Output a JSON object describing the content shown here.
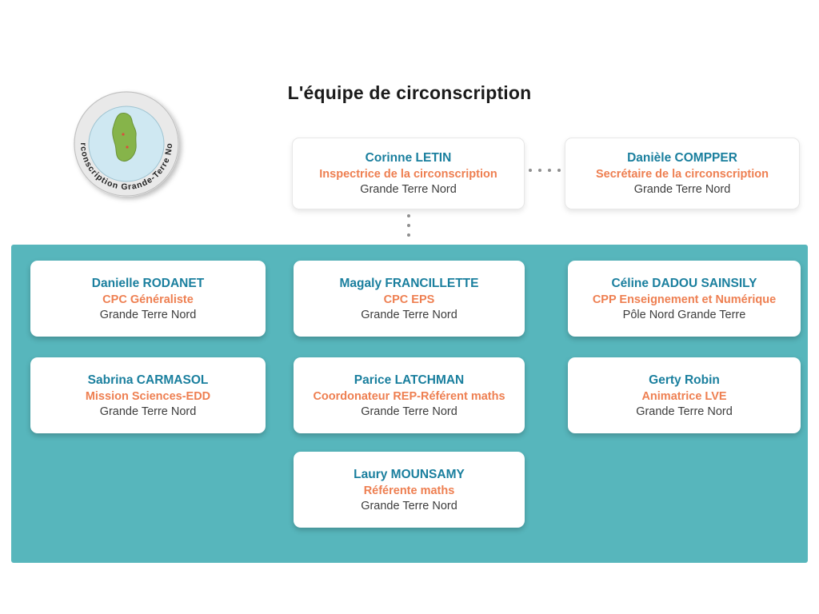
{
  "title": "L'équipe de circonscription",
  "logo": {
    "text": "Circonscription Grande-Terre Nord"
  },
  "colors": {
    "panel_teal": "#57b6bc",
    "name_blue": "#1a7f9e",
    "role_orange": "#ee7f51",
    "location_dark": "#3d3d3d"
  },
  "leadership": [
    {
      "name": "Corinne LETIN",
      "role": "Inspectrice de la circonscription",
      "location": "Grande Terre Nord"
    },
    {
      "name": "Danièle COMPPER",
      "role": "Secrétaire de la circonscription",
      "location": "Grande Terre Nord"
    }
  ],
  "team": [
    {
      "name": "Danielle RODANET",
      "role": "CPC Généraliste",
      "location": "Grande Terre Nord"
    },
    {
      "name": "Magaly FRANCILLETTE",
      "role": "CPC EPS",
      "location": "Grande Terre Nord"
    },
    {
      "name": "Céline DADOU SAINSILY",
      "role": "CPP Enseignement et Numérique",
      "location": "Pôle Nord Grande Terre"
    },
    {
      "name": "Sabrina CARMASOL",
      "role": "Mission Sciences-EDD",
      "location": "Grande Terre Nord"
    },
    {
      "name": "Parice LATCHMAN",
      "role": "Coordonateur REP-Référent maths",
      "location": "Grande Terre Nord"
    },
    {
      "name": "Gerty Robin",
      "role": "Animatrice LVE",
      "location": "Grande Terre Nord"
    },
    {
      "name": "Laury MOUNSAMY",
      "role": "Référente maths",
      "location": "Grande Terre Nord"
    }
  ]
}
